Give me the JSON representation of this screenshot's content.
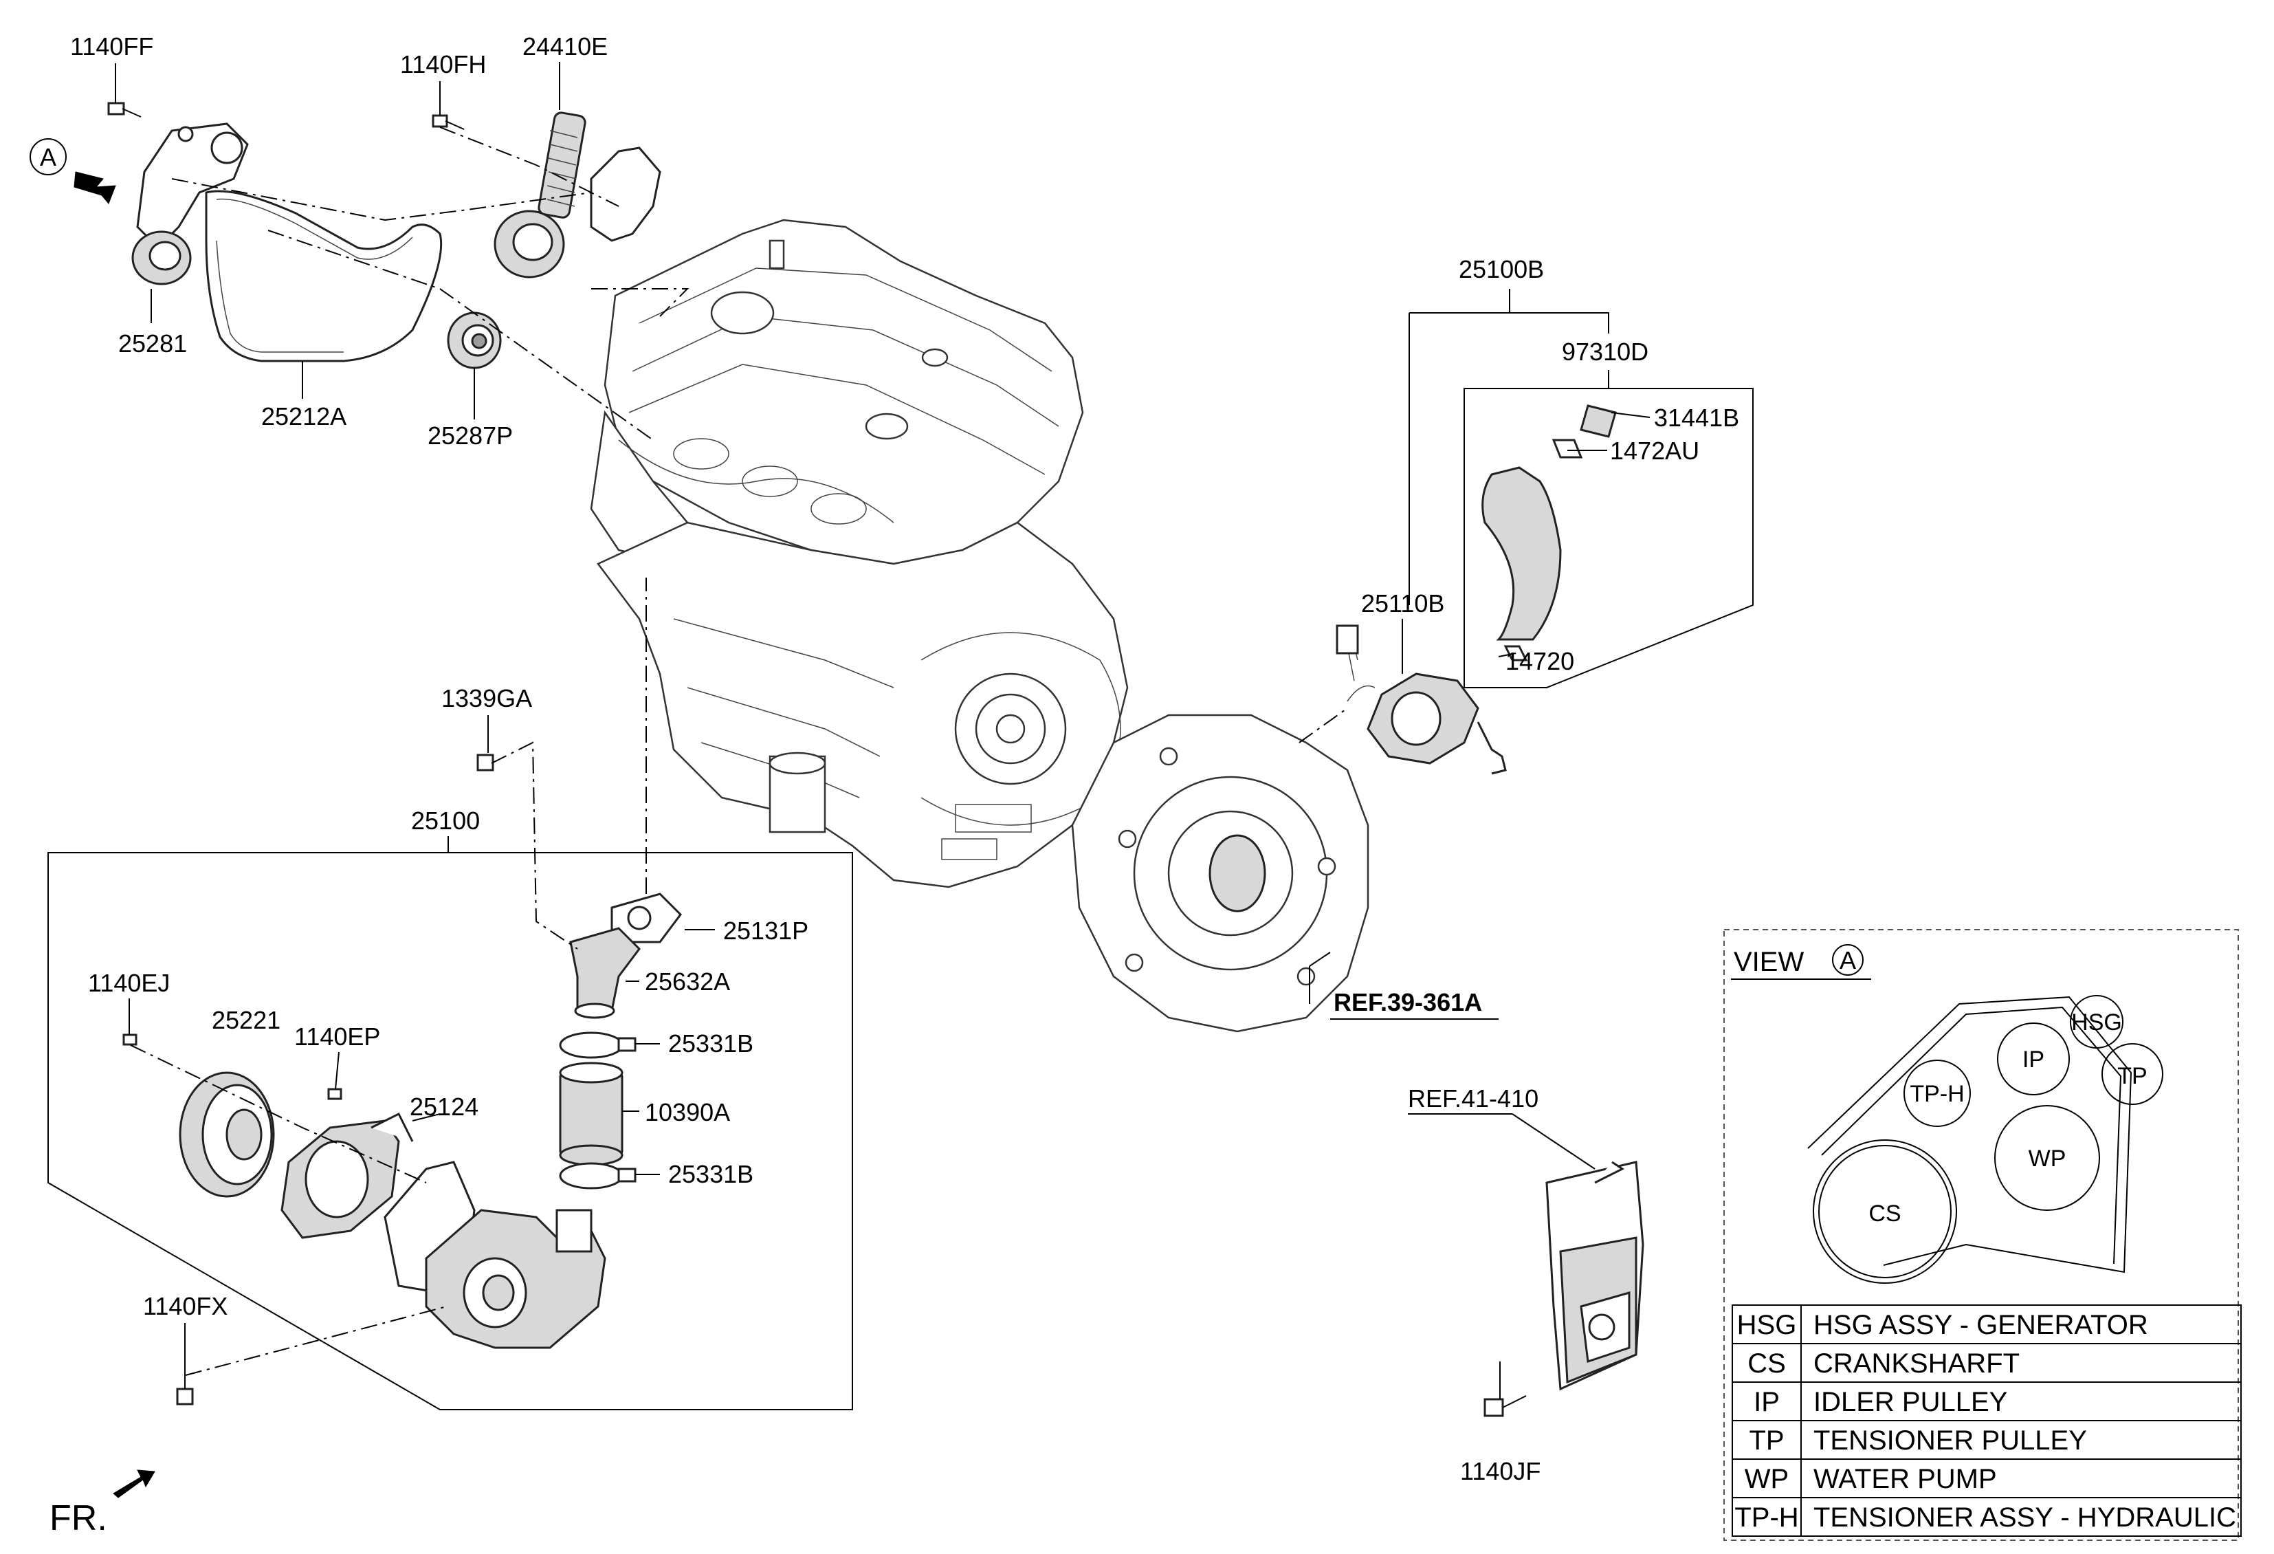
{
  "part_labels": {
    "p1140FF": "1140FF",
    "p1140FH": "1140FH",
    "p24410E": "24410E",
    "p25281": "25281",
    "p25212A": "25212A",
    "p25287P": "25287P",
    "p25100B": "25100B",
    "p97310D": "97310D",
    "p31441B": "31441B",
    "p1472AU": "1472AU",
    "p25110B": "25110B",
    "p14720": "14720",
    "p1339GA": "1339GA",
    "p25100": "25100",
    "p25131P": "25131P",
    "p25632A": "25632A",
    "p25331B_top": "25331B",
    "p10390A": "10390A",
    "p25331B_bottom": "25331B",
    "p1140EJ": "1140EJ",
    "p25221": "25221",
    "p1140EP": "1140EP",
    "p25124": "25124",
    "p1140FX": "1140FX",
    "p1140JF": "1140JF"
  },
  "references": {
    "ref_39_361A": "REF.39-361A",
    "ref_41_410": "REF.41-410"
  },
  "view_a_callout": "A",
  "front_marker": "FR.",
  "view_panel": {
    "title": "VIEW",
    "marker": "A",
    "pulleys": {
      "hsg": "HSG",
      "ip": "IP",
      "tp": "TP",
      "tph": "TP-H",
      "wp": "WP",
      "cs": "CS"
    },
    "legend": [
      {
        "code": "HSG",
        "description": "HSG ASSY - GENERATOR"
      },
      {
        "code": "CS",
        "description": "CRANKSHARFT"
      },
      {
        "code": "IP",
        "description": "IDLER PULLEY"
      },
      {
        "code": "TP",
        "description": "TENSIONER PULLEY"
      },
      {
        "code": "WP",
        "description": "WATER PUMP"
      },
      {
        "code": "TP-H",
        "description": "TENSIONER ASSY - HYDRAULIC"
      }
    ]
  }
}
